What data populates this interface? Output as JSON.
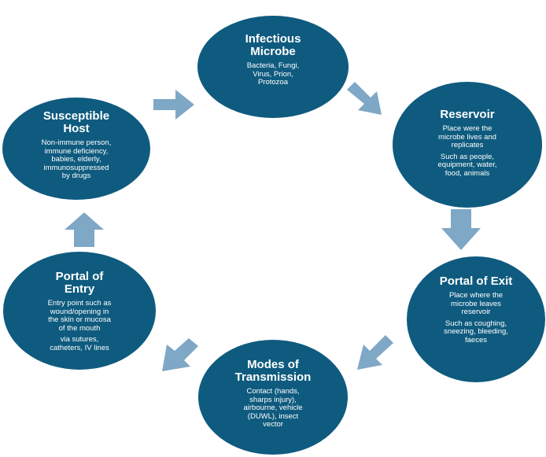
{
  "colors": {
    "node_fill": "#0f5b7f",
    "arrow_fill": "#7fa7c6",
    "text": "#ffffff"
  },
  "nodes": {
    "microbe": {
      "title_line1": "Infectious",
      "title_line2": "Microbe",
      "desc_line1": "Bacteria, Fungi,",
      "desc_line2": "Virus, Prion,",
      "desc_line3": "Protozoa"
    },
    "reservoir": {
      "title": "Reservoir",
      "desc_line1": "Place were the",
      "desc_line2": "microbe lives and",
      "desc_line3": "replicates",
      "desc2_line1": "Such as people,",
      "desc2_line2": "equipment, water,",
      "desc2_line3": "food, animals"
    },
    "exit": {
      "title": "Portal of Exit",
      "desc_line1": "Place where the",
      "desc_line2": "microbe leaves",
      "desc_line3": "reservoir",
      "desc2_line1": "Such as coughing,",
      "desc2_line2": "sneezing, bleeding,",
      "desc2_line3": "faeces"
    },
    "transmission": {
      "title_line1": "Modes of",
      "title_line2": "Transmission",
      "desc_line1": "Contact (hands,",
      "desc_line2": "sharps injury),",
      "desc_line3": "airbourne, vehicle",
      "desc_line4": "(DUWL), insect",
      "desc_line5": "vector"
    },
    "entry": {
      "title_line1": "Portal of",
      "title_line2": "Entry",
      "desc_line1": "Entry point such as",
      "desc_line2": "wound/opening in",
      "desc_line3": "the skin or mucosa",
      "desc_line4": "of the mouth",
      "desc2_line1": "via sutures,",
      "desc2_line2": "catheters, IV lines"
    },
    "host": {
      "title_line1": "Susceptible",
      "title_line2": "Host",
      "desc_line1": "Non-immune person,",
      "desc_line2": "immune deficiency,",
      "desc_line3": "babies, elderly,",
      "desc_line4": "immunosuppressed",
      "desc_line5": "by drugs"
    }
  }
}
